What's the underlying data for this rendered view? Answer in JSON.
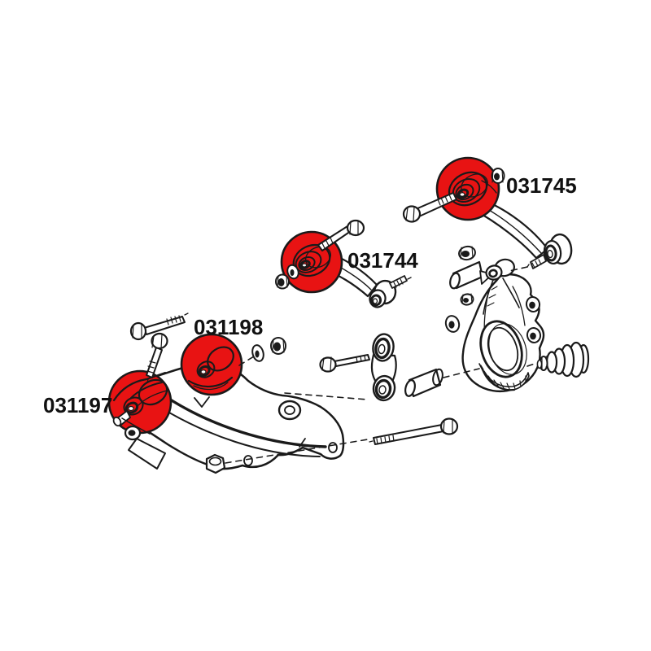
{
  "diagram": {
    "type": "exploded-parts-diagram",
    "subject": "rear-suspension-control-arms-and-bushings",
    "background_color": "#ffffff",
    "line_color": "#1a1a1a",
    "highlight_color": "#e81313",
    "labels": [
      {
        "part_number": "031745"
      },
      {
        "part_number": "031744"
      },
      {
        "part_number": "031198"
      },
      {
        "part_number": "031197"
      }
    ]
  }
}
